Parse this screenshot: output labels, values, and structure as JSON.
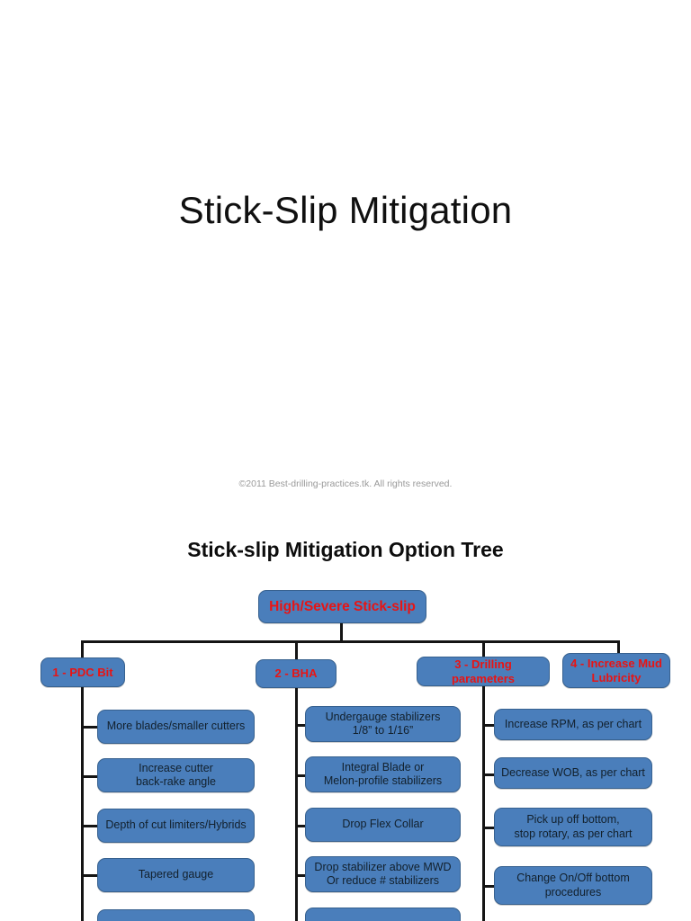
{
  "slide": {
    "title": "Stick-Slip Mitigation",
    "copyright": "©2011 Best-drilling-practices.tk. All rights reserved.",
    "tree_heading": "Stick-slip Mitigation Option Tree"
  },
  "colors": {
    "node_fill": "#4A7EBB",
    "node_border": "#37618F",
    "category_text": "#E81414",
    "leaf_text": "#12202C",
    "connector": "#141414",
    "page_background": "#FFFFFF"
  },
  "tree": {
    "root": {
      "label": "High/Severe Stick-slip"
    },
    "branches": [
      {
        "label": "1 - PDC Bit",
        "children": [
          {
            "label": "More blades/smaller cutters"
          },
          {
            "label": "Increase cutter\nback-rake angle"
          },
          {
            "label": "Depth of cut limiters/Hybrids"
          },
          {
            "label": "Tapered gauge"
          },
          {
            "label": ""
          }
        ]
      },
      {
        "label": "2 - BHA",
        "children": [
          {
            "label": "Undergauge stabilizers\n1/8” to 1/16”"
          },
          {
            "label": "Integral Blade or\nMelon-profile stabilizers"
          },
          {
            "label": "Drop Flex Collar"
          },
          {
            "label": "Drop stabilizer above MWD\nOr reduce # stabilizers"
          },
          {
            "label": ""
          }
        ]
      },
      {
        "label": "3 - Drilling parameters",
        "children": [
          {
            "label": "Increase RPM, as per chart"
          },
          {
            "label": "Decrease WOB, as per chart"
          },
          {
            "label": "Pick up off bottom,\nstop rotary, as per chart"
          },
          {
            "label": "Change On/Off bottom\nprocedures"
          }
        ]
      },
      {
        "label": "4 - Increase Mud\nLubricity",
        "children": []
      }
    ]
  }
}
